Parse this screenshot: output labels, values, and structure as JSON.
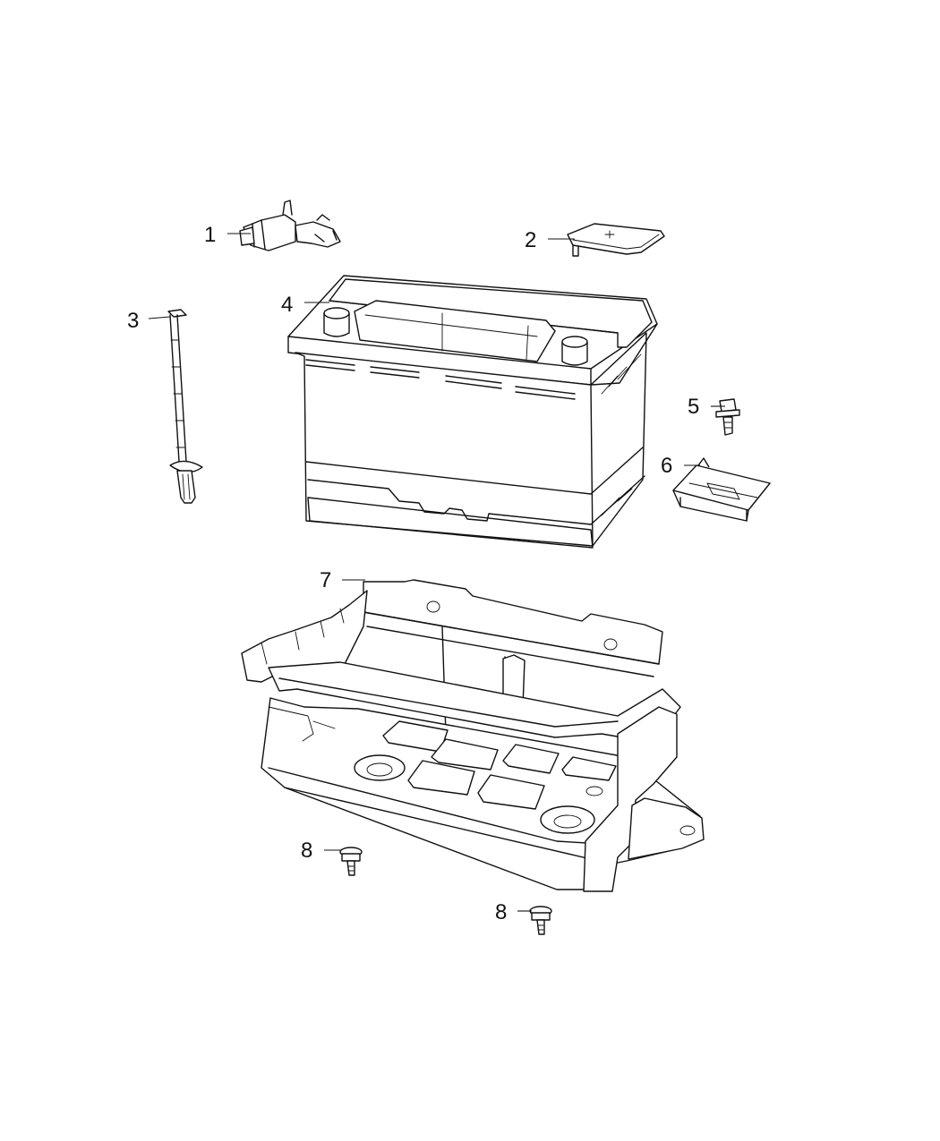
{
  "diagram": {
    "callouts": [
      {
        "id": "c1",
        "text": "1",
        "part": "sensor"
      },
      {
        "id": "c2",
        "text": "2",
        "part": "cover"
      },
      {
        "id": "c3",
        "text": "3",
        "part": "hold-down-rod"
      },
      {
        "id": "c4",
        "text": "4",
        "part": "battery"
      },
      {
        "id": "c5",
        "text": "5",
        "part": "bolt"
      },
      {
        "id": "c6",
        "text": "6",
        "part": "clamp-plate"
      },
      {
        "id": "c7",
        "text": "7",
        "part": "battery-tray"
      },
      {
        "id": "c8a",
        "text": "8",
        "part": "bolt"
      },
      {
        "id": "c8b",
        "text": "8",
        "part": "bolt"
      }
    ]
  }
}
